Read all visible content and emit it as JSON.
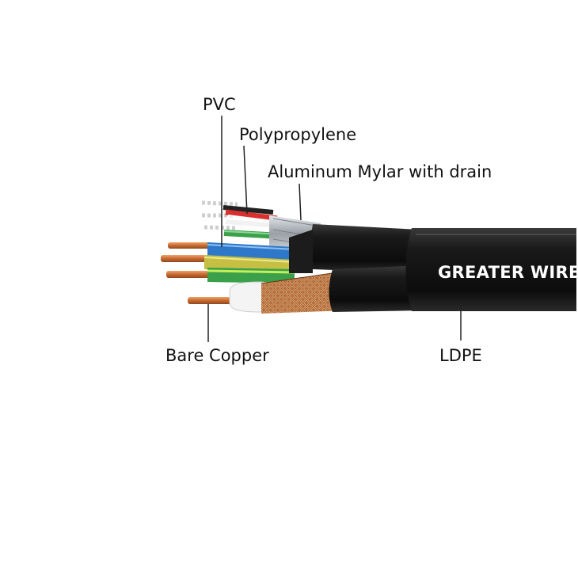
{
  "labels": {
    "pvc": "PVC",
    "polypropylene": "Polypropylene",
    "aluminum_mylar": "Aluminum Mylar with drain",
    "bare_copper": "Bare Copper",
    "ldpe": "LDPE"
  },
  "brand_text": "GREATER WIRE",
  "colors": {
    "jacket": "#141414",
    "copper": "#d27a3e",
    "braid": "#c8824e",
    "conductor_blue": "#2f78c9",
    "conductor_green": "#3aa049",
    "conductor_yellow_green": "#b7c43a",
    "conductor_red": "#d9302e",
    "foil": "#b9bec3",
    "dielectric": "#f2f2f2"
  }
}
